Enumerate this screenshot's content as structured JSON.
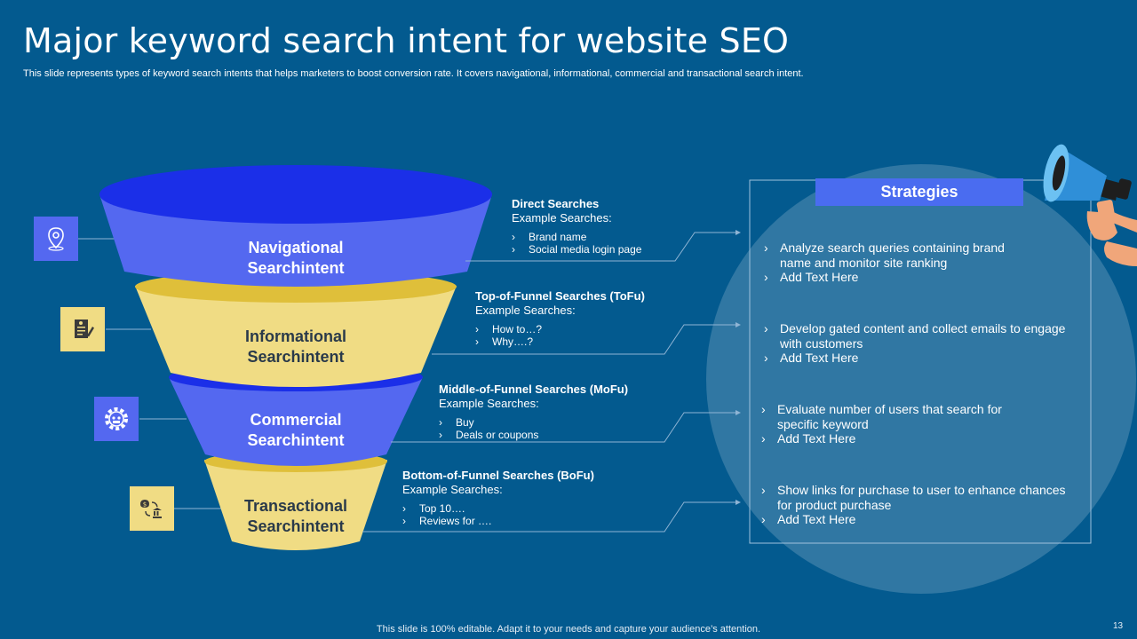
{
  "slide": {
    "title": "Major keyword search intent for website SEO",
    "subtitle": "This slide represents types of keyword search intents that helps marketers to boost conversion rate. It covers navigational, informational, commercial and transactional search intent.",
    "footer": "This slide is 100% editable. Adapt it to your needs and capture your audience’s attention.",
    "page_number": "13"
  },
  "colors": {
    "background": "#035a8f",
    "blue_layer": "#5468f0",
    "blue_rim": "#1b2fe8",
    "yellow_layer": "#f0dc84",
    "yellow_rim": "#dfbf3a",
    "strategy_header": "#4a6cf0"
  },
  "funnel": [
    {
      "label_line1": "Navigational",
      "label_line2": "Searchintent",
      "icon": "location-pin-icon",
      "text_color": "#ffffff",
      "heading": "Direct Searches",
      "example_label": "Example Searches:",
      "examples": [
        "Brand name",
        "Social media login page"
      ]
    },
    {
      "label_line1": "Informational",
      "label_line2": "Searchintent",
      "icon": "document-pen-icon",
      "text_color": "#2a3a4a",
      "heading": "Top-of-Funnel  Searches (ToFu)",
      "example_label": "Example Searches:",
      "examples": [
        "How to…?",
        "Why….?"
      ]
    },
    {
      "label_line1": "Commercial",
      "label_line2": "Searchintent",
      "icon": "settings-gear-icon",
      "text_color": "#ffffff",
      "heading": "Middle-of-Funnel  Searches (MoFu)",
      "example_label": "Example Searches:",
      "examples": [
        "Buy",
        "Deals or coupons"
      ]
    },
    {
      "label_line1": "Transactional",
      "label_line2": "Searchintent",
      "icon": "money-transfer-icon",
      "text_color": "#2a3a4a",
      "heading": "Bottom-of-Funnel  Searches (BoFu)",
      "example_label": "Example Searches:",
      "examples": [
        "Top 10….",
        "Reviews for …."
      ]
    }
  ],
  "strategies": {
    "title": "Strategies",
    "groups": [
      [
        "Analyze search queries containing brand name and monitor site ranking",
        "Add Text Here"
      ],
      [
        "Develop gated content and collect emails to engage with customers",
        "Add Text Here"
      ],
      [
        "Evaluate number of users that search for specific keyword",
        "Add Text Here"
      ],
      [
        "Show links for purchase to user to enhance chances for product purchase",
        "Add Text Here"
      ]
    ]
  }
}
